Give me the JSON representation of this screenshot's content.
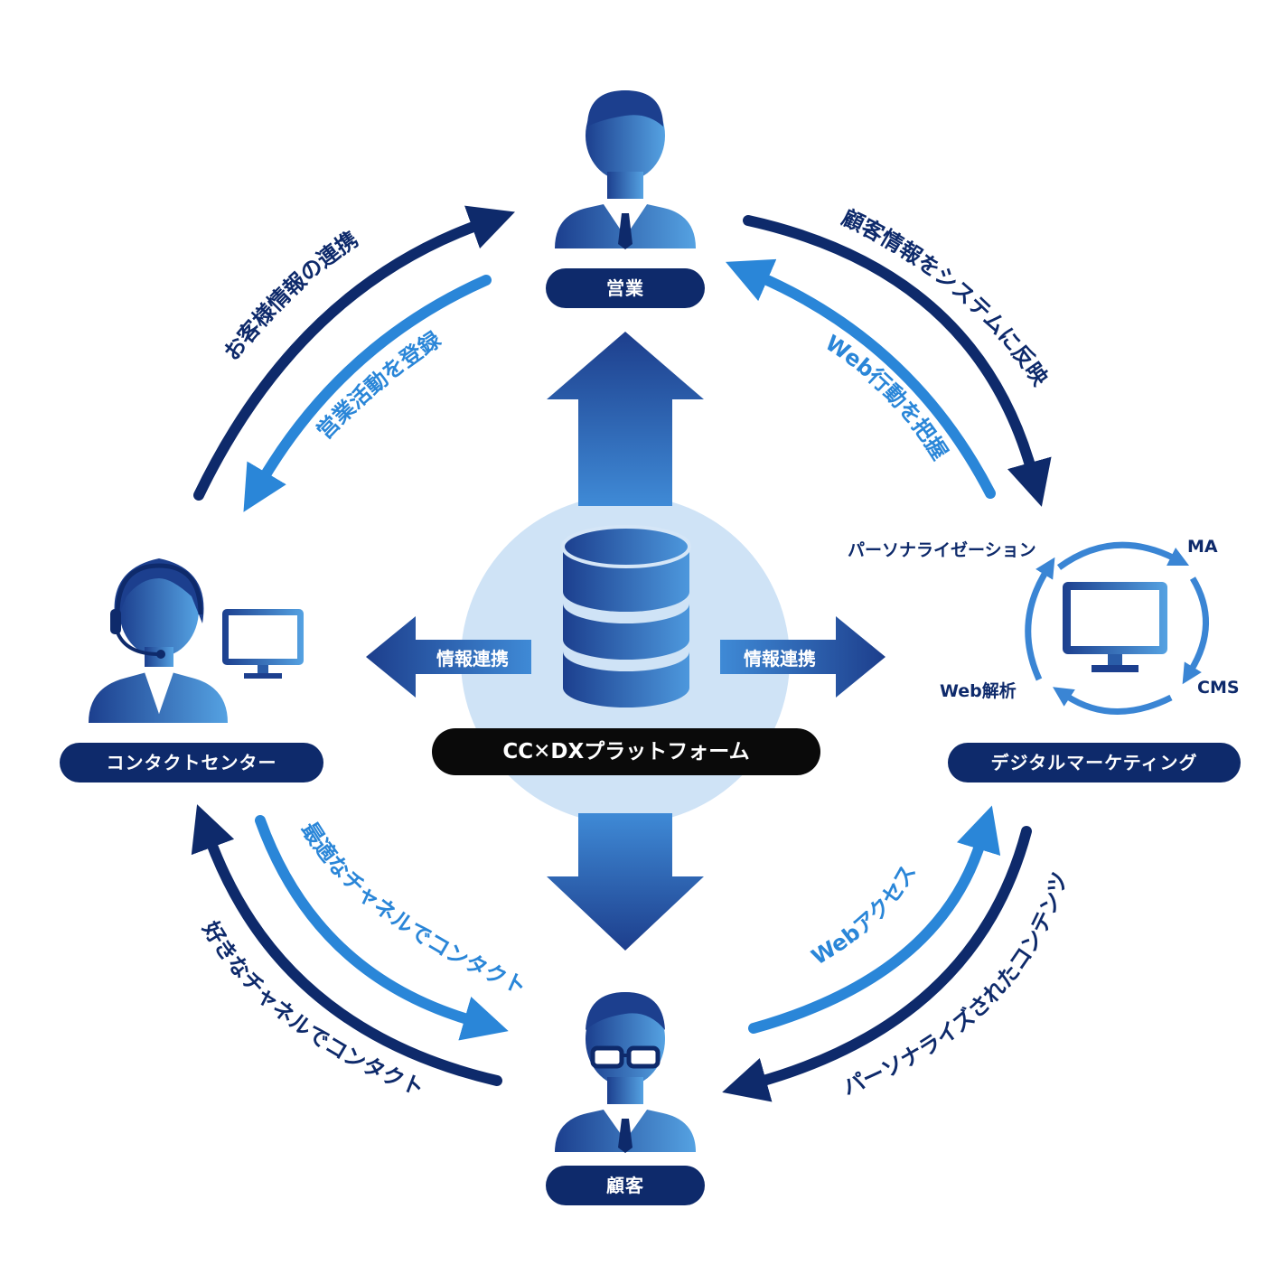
{
  "nodes": {
    "sales": "営業",
    "contact_center": "コンタクトセンター",
    "digital_marketing": "デジタルマーケティング",
    "customer": "顧客",
    "platform": "CC✕DXプラットフォーム"
  },
  "info_link_left": "情報連携",
  "info_link_right": "情報連携",
  "flows": {
    "cc_to_sales": "お客様情報の連携",
    "sales_to_cc": "営業活動を登録",
    "sales_to_dm": "顧客情報をシステムに反映",
    "dm_to_sales": "Web行動を把握",
    "cc_to_customer": "最適なチャネルでコンタクト",
    "customer_to_cc": "好きなチャネルでコンタクト",
    "customer_to_dm": "Webアクセス",
    "dm_to_customer": "パーソナライズされたコンテンツ"
  },
  "dm_cycle": {
    "personalization": "パーソナライゼーション",
    "ma": "MA",
    "cms": "CMS",
    "web_analysis": "Web解析"
  },
  "icons": {
    "sales": "businessman-icon",
    "contact_center": "headset-operator-icon",
    "contact_monitor": "monitor-icon",
    "customer": "glasses-person-icon",
    "database": "database-icon",
    "dm_monitor": "monitor-icon"
  },
  "colors": {
    "navy": "#0e2a6b",
    "blue": "#2a86d8",
    "circle": "#cfe3f6",
    "platform_bg": "#0a0a0a"
  }
}
